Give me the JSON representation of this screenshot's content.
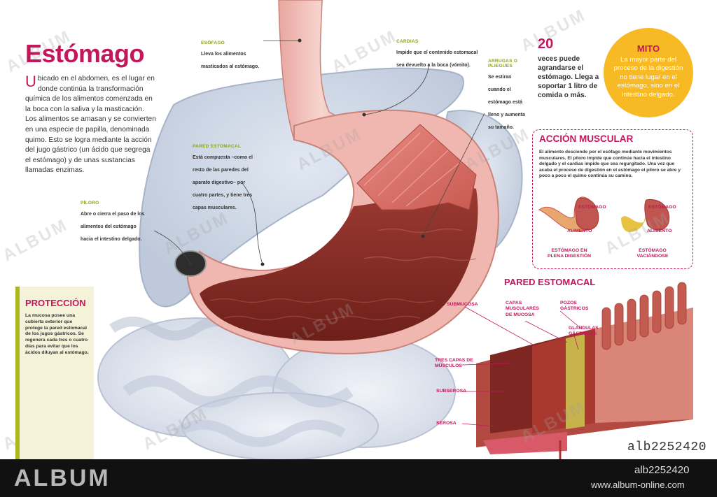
{
  "title": "Estómago",
  "intro": {
    "dropcap": "U",
    "text": "bicado en el abdomen, es el lugar en donde continúa la transformación química de los alimentos comenzada en la boca con la saliva y la masticación. Los alimentos se amasan y se convierten en una especie de papilla, denominada quimo. Esto se logra mediante la acción del jugo gástrico (un ácido que segrega el estómago) y de unas sustancias llamadas enzimas."
  },
  "callouts": {
    "esofago": {
      "label": "ESÓFAGO",
      "text": "Lleva los alimentos masticados al estómago."
    },
    "cardias": {
      "label": "CARDIAS",
      "text": "Impide que el contenido estomacal sea devuelto a la boca (vómito)."
    },
    "arrugas": {
      "label": "ARRUGAS O PLIEGUES",
      "text": "Se estiran cuando el estómago está lleno y aumenta su tamaño."
    },
    "pared": {
      "label": "PARED ESTOMACAL",
      "text": "Está compuesta –como el resto de las paredes del aparato digestivo– por cuatro partes, y tiene tres capas musculares."
    },
    "piloro": {
      "label": "PÍLORO",
      "text": "Abre o cierra el paso de los alimentos del estómago hacia el intestino delgado."
    }
  },
  "fact": {
    "number": "20",
    "text": "veces puede agrandarse el estómago. Llega a soportar 1 litro de comida o más."
  },
  "mito": {
    "heading": "MITO",
    "text": "La mayor parte del proceso de la digestión no tiene lugar en el estómago, sino en el intestino delgado."
  },
  "accion": {
    "heading": "ACCIÓN MUSCULAR",
    "text": "El alimento desciende por el esófago mediante movimientos musculares. El píloro impide que continúe hacia el intestino delgado y el cardias impide que sea regurgitado. Una vez que acaba el proceso de digestión en el estómago el píloro se abre y poco a poco el quimo continúa su camino.",
    "fig1": {
      "stomach": "ESTÓMAGO",
      "food": "ALIMENTO",
      "caption": "ESTÓMAGO EN PLENA DIGESTIÓN"
    },
    "fig2": {
      "stomach": "ESTÓMAGO",
      "food": "ALIMENTO",
      "caption": "ESTÓMAGO VACIÁNDOSE"
    }
  },
  "proteccion": {
    "heading": "PROTECCIÓN",
    "text": "La mucosa posee una cubierta exterior que protege la pared estomacal de los jugos gástricos. Se regenera cada tres o cuatro días para evitar que los ácidos diluyan al estómago."
  },
  "pared_estomacal": {
    "heading": "PARED ESTOMACAL",
    "labels": {
      "submucosa": "SUBMUCOSA",
      "capas_mucosa": "CAPAS MUSCULARES DE MUCOSA",
      "pozos": "POZOS GÁSTRICOS",
      "glandulas": "GLANDULAS GÁSTRICAS",
      "tres_capas": "TRES CAPAS DE MÚSCULOS",
      "subserosa": "SUBSEROSA",
      "serosa": "SEROSA"
    }
  },
  "watermark": "ALBUM",
  "image_id": "alb2252420",
  "footer": {
    "brand": "ALBUM",
    "id": "alb2252420",
    "url": "www.album-online.com"
  },
  "colors": {
    "accent": "#c2185b",
    "label_green": "#8aa51f",
    "mito_bg": "#f7b924",
    "proteccion_bg": "#f5f2da"
  }
}
